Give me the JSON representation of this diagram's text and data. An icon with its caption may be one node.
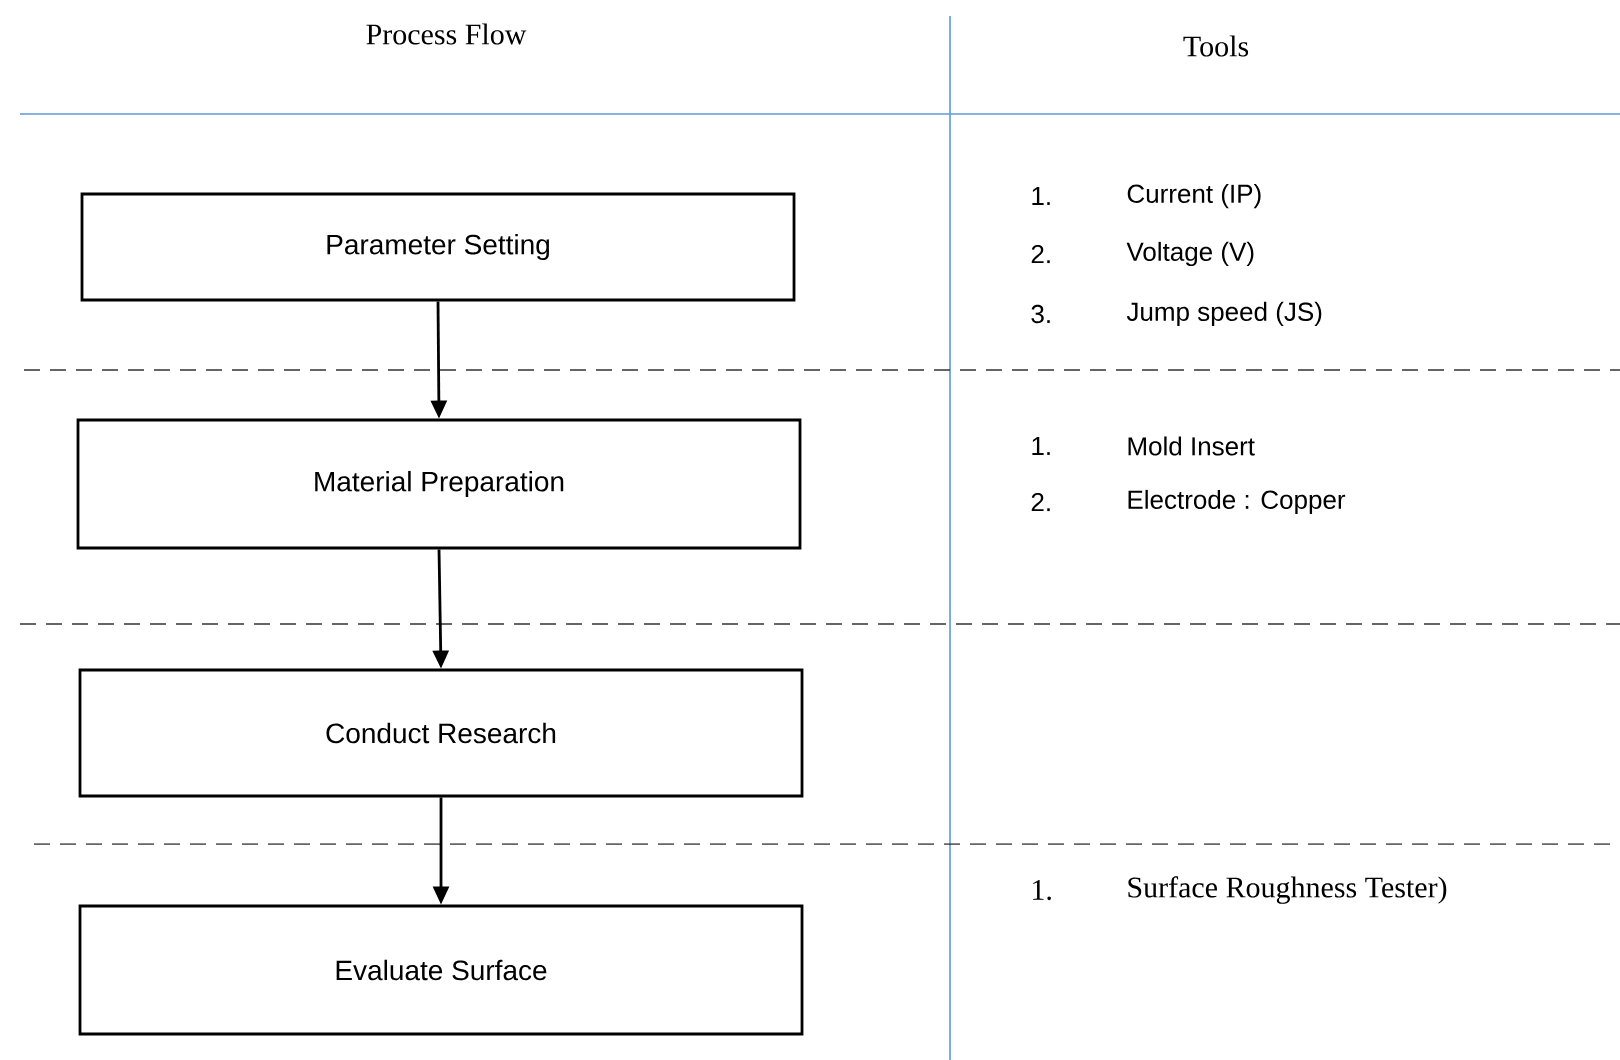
{
  "diagram": {
    "nodes": [
      {
        "text": [
          "Parameter Setting"
        ]
      },
      {
        "text": [
          "Material Preparation"
        ]
      },
      {
        "text": [
          "Conduct Research"
        ]
      },
      {
        "text": [
          "Evaluate Surface"
        ]
      }
    ],
    "edges": [
      {
        "from": 0,
        "to": 1,
        "arrow": "to"
      },
      {
        "from": 1,
        "to": 2,
        "arrow": "to"
      },
      {
        "from": 2,
        "to": 3,
        "arrow": "to"
      }
    ],
    "labels": [
      "Process Flow",
      "Tools",
      "1.",
      "Current (IP)",
      "2.",
      "Voltage (V)",
      "3.",
      "Jump speed (JS)",
      "1.",
      "Mold Insert",
      "2.",
      "Electrode : Copper",
      "1.",
      "Surface Roughness Tester)"
    ]
  }
}
